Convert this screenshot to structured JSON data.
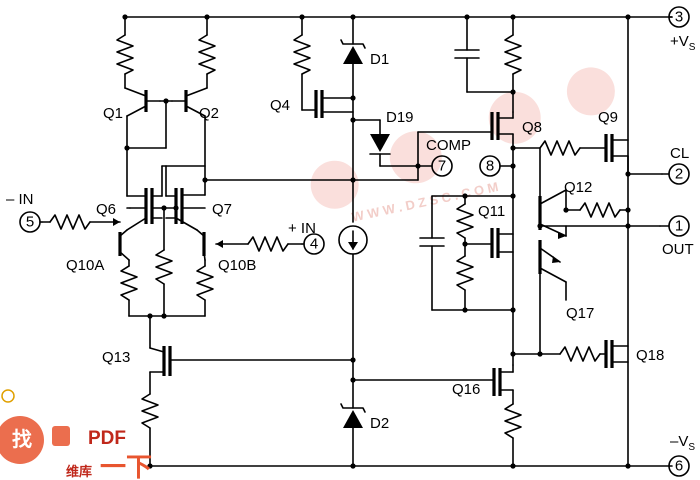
{
  "title": "",
  "colors": {
    "wire": "#000000",
    "background": "#ffffff",
    "watermark": "#f2b6b0",
    "badge": "#e8552f",
    "badge_text": "#c0281b"
  },
  "labels": {
    "q1": "Q1",
    "q2": "Q2",
    "q4": "Q4",
    "q6": "Q6",
    "q7": "Q7",
    "q8": "Q8",
    "q9": "Q9",
    "q10a": "Q10A",
    "q10b": "Q10B",
    "q11": "Q11",
    "q12": "Q12",
    "q13": "Q13",
    "q16": "Q16",
    "q17": "Q17",
    "q18": "Q18",
    "d1": "D1",
    "d2": "D2",
    "d19": "D19",
    "comp": "COMP",
    "cl": "CL",
    "out": "OUT",
    "minus_in": "– IN",
    "plus_in": "+ IN",
    "vs_plus": "+V",
    "vs_minus": "–V",
    "vs_sub": "S"
  },
  "pins": {
    "p1": "1",
    "p2": "2",
    "p3": "3",
    "p4": "4",
    "p5": "5",
    "p6": "6",
    "p7": "7",
    "p8": "8"
  },
  "watermark": {
    "url": "W W W . D Z S C . C O M",
    "badge_a": "找",
    "badge_pdf": "PDF",
    "badge_b": "维库",
    "badge_c": "一下"
  }
}
